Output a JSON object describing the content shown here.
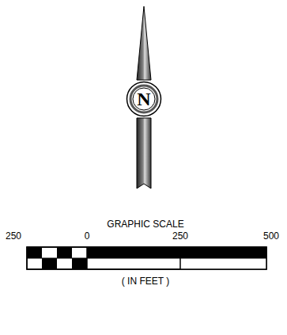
{
  "diagram": {
    "nodes": [
      {
        "text": [
          "N"
        ]
      }
    ],
    "labels": [
      "GRAPHIC SCALE",
      "250",
      "0",
      "250",
      "500",
      "( IN FEET )"
    ]
  }
}
